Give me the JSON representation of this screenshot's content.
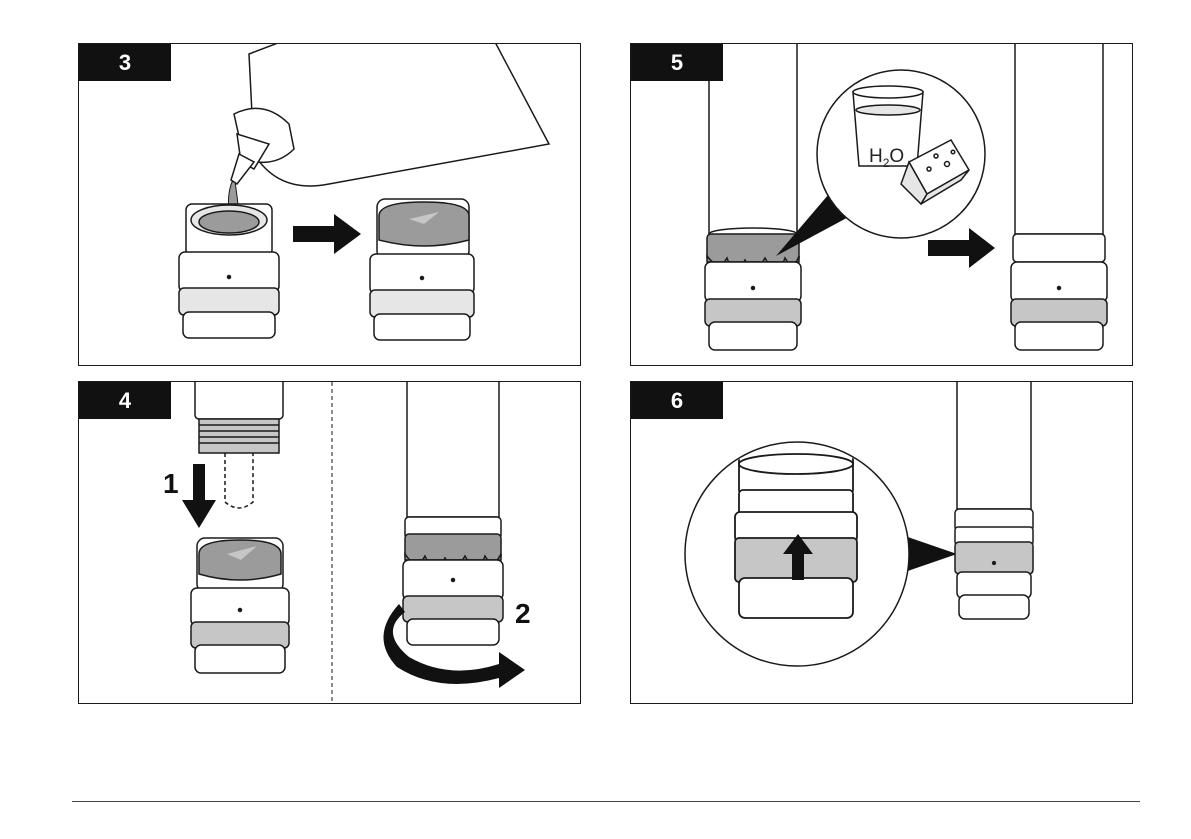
{
  "steps": {
    "s3": {
      "number": "3"
    },
    "s4": {
      "number": "4",
      "callout_1": "1",
      "callout_2": "2"
    },
    "s5": {
      "number": "5",
      "water_label_main": "H",
      "water_label_sub": "2",
      "water_label_end": "O"
    },
    "s6": {
      "number": "6"
    }
  },
  "colors": {
    "outline": "#1a1a1a",
    "gel": "#9b9b9b",
    "band": "#c6c6c6",
    "band_light": "#e6e6e6",
    "arrow": "#111111"
  }
}
